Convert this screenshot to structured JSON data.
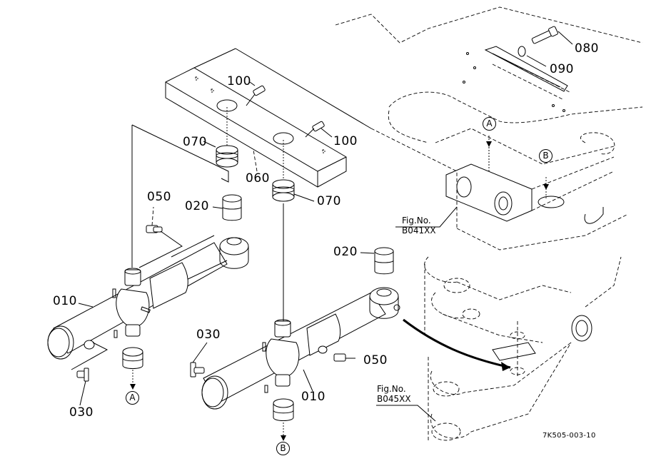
{
  "diagram": {
    "title": "Swing bracket cylinder assembly (exploded parts view)",
    "drawing_code": "7K505-003-10",
    "part_labels": {
      "p010_left": "010",
      "p010_right": "010",
      "p020_left": "020",
      "p020_right": "020",
      "p030_left": "030",
      "p030_right": "030",
      "p050_left": "050",
      "p050_right": "050",
      "p060": "060",
      "p070_left": "070",
      "p070_right": "070",
      "p080": "080",
      "p090": "090",
      "p100_top": "100",
      "p100_right": "100"
    },
    "figure_refs": {
      "upper": {
        "line1": "Fig.No.",
        "line2": "B041XX"
      },
      "lower": {
        "line1": "Fig.No.",
        "line2": "B045XX"
      }
    },
    "callouts": {
      "a_bottom": "A",
      "b_bottom": "B",
      "a_frame": "A",
      "b_frame": "B"
    },
    "icons": [
      "arrow-down-icon",
      "curved-arrow-icon"
    ]
  }
}
